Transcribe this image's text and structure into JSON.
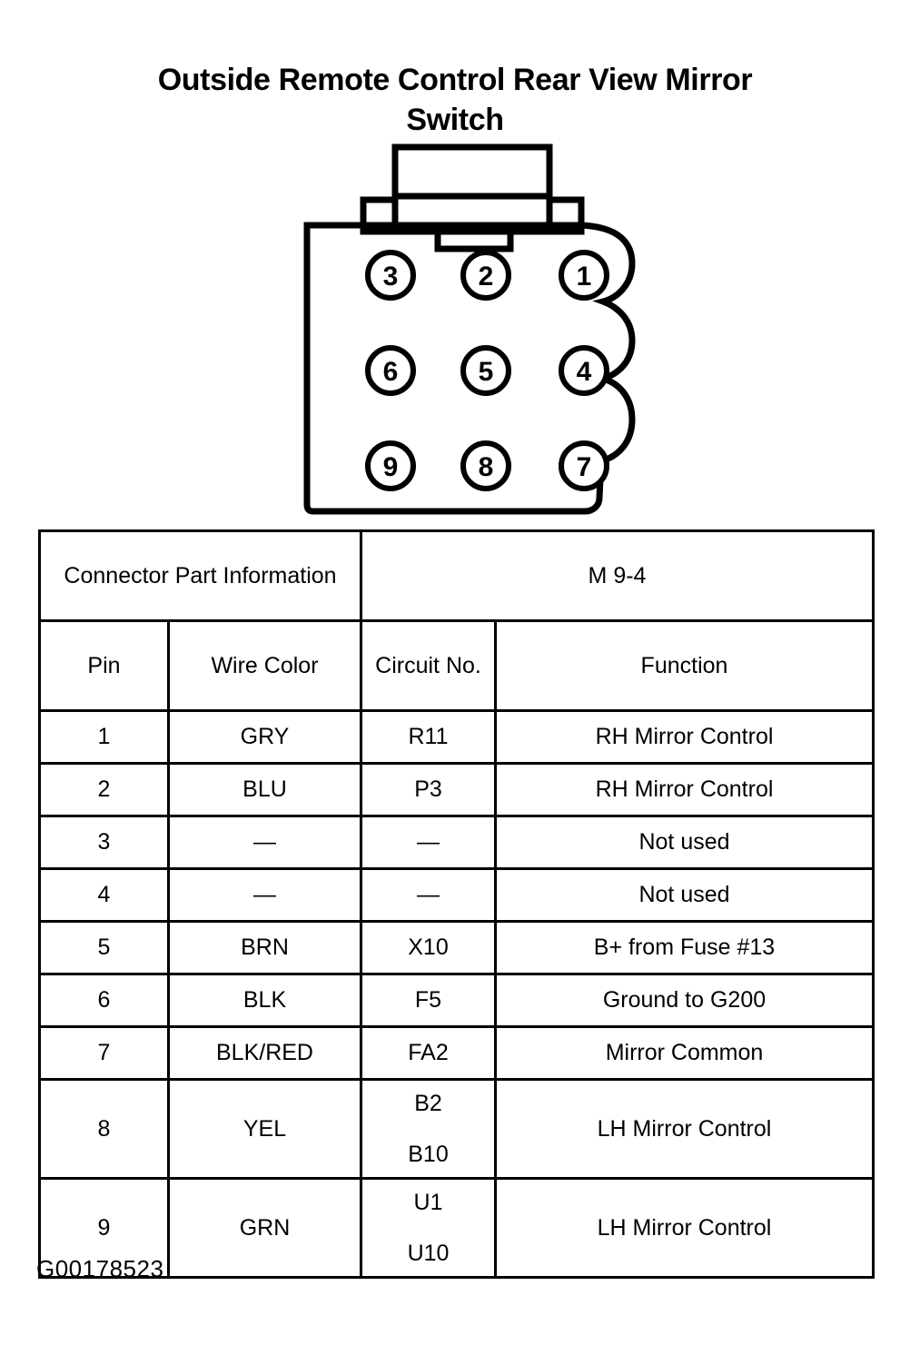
{
  "title": {
    "line1": "Outside Remote Control Rear View Mirror",
    "line2": "Switch"
  },
  "diagram": {
    "name": "9-pin-connector-face-view",
    "pins": [
      {
        "number": "1",
        "row": 0,
        "col": 2
      },
      {
        "number": "2",
        "row": 0,
        "col": 1
      },
      {
        "number": "3",
        "row": 0,
        "col": 0
      },
      {
        "number": "4",
        "row": 1,
        "col": 2
      },
      {
        "number": "5",
        "row": 1,
        "col": 1
      },
      {
        "number": "6",
        "row": 1,
        "col": 0
      },
      {
        "number": "7",
        "row": 2,
        "col": 2
      },
      {
        "number": "8",
        "row": 2,
        "col": 1
      },
      {
        "number": "9",
        "row": 2,
        "col": 0
      }
    ],
    "stroke_color": "#000000"
  },
  "table": {
    "connector_part_info_label": "Connector Part Information",
    "connector_part_info_value": "M 9-4",
    "headers": {
      "pin": "Pin",
      "wire_color": "Wire Color",
      "circuit_no": "Circuit No.",
      "function": "Function"
    },
    "rows": [
      {
        "pin": "1",
        "wire_color": "GRY",
        "circuit": [
          "R11"
        ],
        "function": "RH Mirror Control"
      },
      {
        "pin": "2",
        "wire_color": "BLU",
        "circuit": [
          "P3"
        ],
        "function": "RH Mirror Control"
      },
      {
        "pin": "3",
        "wire_color": "—",
        "circuit": [
          "—"
        ],
        "function": "Not used"
      },
      {
        "pin": "4",
        "wire_color": "—",
        "circuit": [
          "—"
        ],
        "function": "Not used"
      },
      {
        "pin": "5",
        "wire_color": "BRN",
        "circuit": [
          "X10"
        ],
        "function": "B+ from Fuse #13"
      },
      {
        "pin": "6",
        "wire_color": "BLK",
        "circuit": [
          "F5"
        ],
        "function": "Ground to G200"
      },
      {
        "pin": "7",
        "wire_color": "BLK/RED",
        "circuit": [
          "FA2"
        ],
        "function": "Mirror Common"
      },
      {
        "pin": "8",
        "wire_color": "YEL",
        "circuit": [
          "B2",
          "B10"
        ],
        "function": "LH Mirror Control"
      },
      {
        "pin": "9",
        "wire_color": "GRN",
        "circuit": [
          "U1",
          "U10"
        ],
        "function": "LH Mirror Control"
      }
    ]
  },
  "footer": {
    "code": "G00178523"
  }
}
